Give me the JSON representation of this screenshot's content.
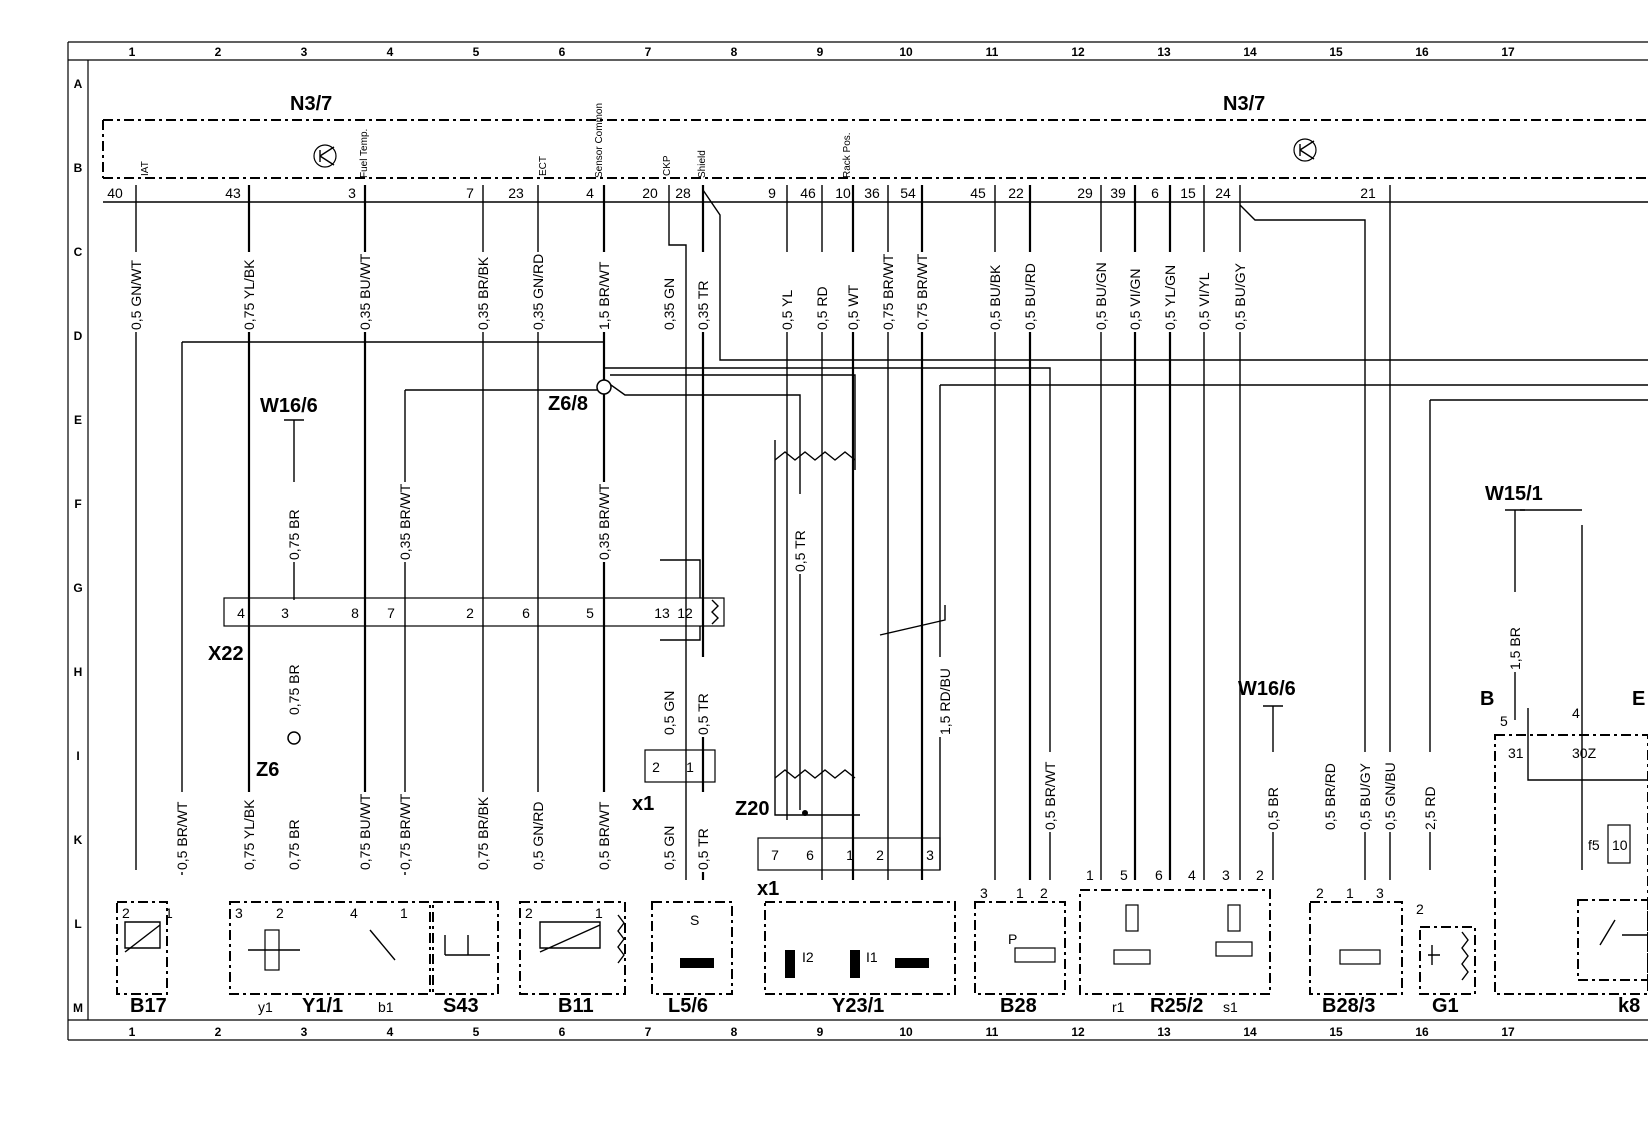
{
  "grid": {
    "columns": [
      "1",
      "2",
      "3",
      "4",
      "5",
      "6",
      "7",
      "8",
      "9",
      "10",
      "11",
      "12",
      "13",
      "14",
      "15",
      "16",
      "17"
    ],
    "rows": [
      "A",
      "B",
      "C",
      "D",
      "E",
      "F",
      "G",
      "H",
      "I",
      "K",
      "L",
      "M"
    ]
  },
  "ecu": {
    "left_label": "N3/7",
    "right_label": "N3/7",
    "signal_labels": {
      "iat": "IAT",
      "fuel_temp": "Fuel Temp.",
      "ect": "ECT",
      "sensor_common": "Sensor Common",
      "ckp": "CKP",
      "shield": "Shield",
      "rack_pos": "Rack Pos."
    },
    "pins": [
      "40",
      "43",
      "3",
      "7",
      "23",
      "4",
      "20",
      "28",
      "9",
      "46",
      "10",
      "36",
      "54",
      "45",
      "22",
      "29",
      "39",
      "6",
      "15",
      "24",
      "21"
    ]
  },
  "wires": {
    "upper": [
      "0,5 GN/WT",
      "0,75 YL/BK",
      "0,35 BU/WT",
      "0,35 BR/BK",
      "0,35 GN/RD",
      "1,5 BR/WT",
      "0,35 GN",
      "0,35 TR",
      "0,5 YL",
      "0,5 RD",
      "0,5 WT",
      "0,75 BR/WT",
      "0,75 BR/WT",
      "0,5 BU/BK",
      "0,5 BU/RD",
      "0,5 BU/GN",
      "0,5 VI/GN",
      "0,5 YL/GN",
      "0,5 VI/YL",
      "0,5 BU/GY"
    ],
    "mid": [
      "0,75 BR",
      "0,35 BR/WT",
      "0,35 BR/WT",
      "0,5 TR",
      "1,5 RD/BU"
    ],
    "lower": [
      "0,5 BR/WT",
      "0,75 YL/BK",
      "0,75 BR",
      "0,75 BU/WT",
      "0,75 BR/WT",
      "0,75 BR/BK",
      "0,5 GN/RD",
      "0,5 BR/WT",
      "0,5 GN",
      "0,5 TR",
      "0,5 GN",
      "0,5 TR",
      "0,5 BR/WT",
      "0,5 BR",
      "0,5 BR/RD",
      "0,5 BU/GY",
      "0,5 GN/BU",
      "2,5 RD",
      "1,5 BR",
      "0,75 BR"
    ]
  },
  "connectors": {
    "x22": {
      "label": "X22",
      "pins": [
        "4",
        "3",
        "8",
        "7",
        "2",
        "6",
        "5",
        "13",
        "12"
      ]
    },
    "x1_top": {
      "label": "x1",
      "pins": [
        "2",
        "1"
      ]
    },
    "x1_bottom": {
      "label": "x1",
      "pins": [
        "7",
        "6",
        "1",
        "2",
        "3"
      ]
    }
  },
  "grounds": [
    "W16/6",
    "W16/6",
    "W15/1"
  ],
  "splices": [
    "Z6/8",
    "Z6",
    "Z20"
  ],
  "components": {
    "b17": {
      "label": "B17",
      "pins": [
        "2",
        "1"
      ]
    },
    "y1_1": {
      "label": "Y1/1",
      "sub": [
        "y1",
        "b1"
      ],
      "pins": [
        "3",
        "2",
        "4",
        "1"
      ]
    },
    "s43": {
      "label": "S43"
    },
    "b11": {
      "label": "B11",
      "pins": [
        "2",
        "1"
      ]
    },
    "l5_6": {
      "label": "L5/6",
      "inner": "S"
    },
    "y23_1": {
      "label": "Y23/1",
      "sub": [
        "I2",
        "I1"
      ]
    },
    "b28": {
      "label": "B28",
      "pins": [
        "3",
        "1",
        "2"
      ],
      "inner": "P"
    },
    "r25_2": {
      "label": "R25/2",
      "sub": [
        "r1",
        "s1"
      ],
      "pins": [
        "1",
        "5",
        "6",
        "4",
        "3",
        "2"
      ]
    },
    "b28_3": {
      "label": "B28/3",
      "pins": [
        "2",
        "1",
        "3"
      ]
    },
    "g1": {
      "label": "G1",
      "pins": [
        "2"
      ]
    },
    "k8": {
      "label": "k8",
      "pins": [
        "5",
        "4",
        "31",
        "30Z"
      ],
      "fuse": [
        "f5",
        "10"
      ],
      "side": [
        "B",
        "E"
      ]
    }
  }
}
